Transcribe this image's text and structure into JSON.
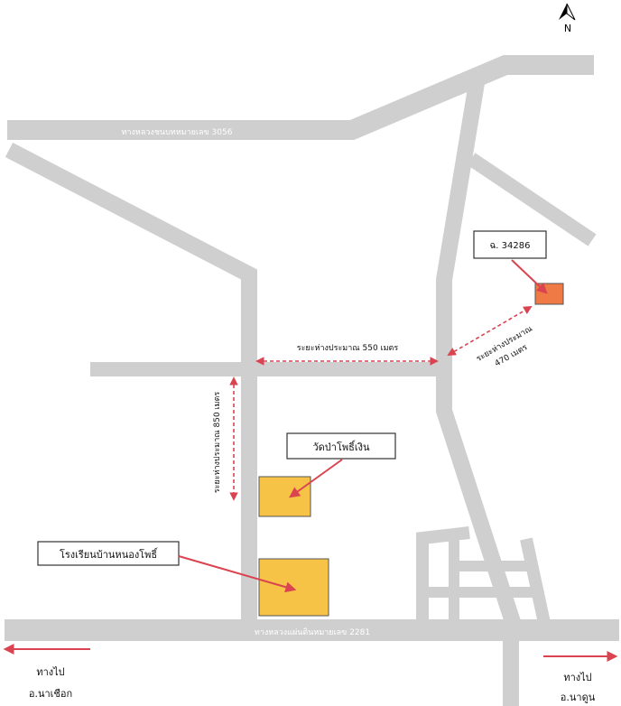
{
  "map": {
    "north": "N",
    "roads": {
      "highway_3056": "ทางหลวงชนบทหมายเลข 3056",
      "highway_2281": "ทางหลวงแผ่นดินหมายเลข 2281"
    },
    "distances": {
      "d550": "ระยะห่างประมาณ 550 เมตร",
      "d850": "ระยะห่างประมาณ 850 เมตร",
      "d470_line1": "ระยะห่างประมาณ",
      "d470_line2": "470 เมตร"
    },
    "labels": {
      "parcel": "ฉ. 34286",
      "temple": "วัดป่าโพธิ์เงิน",
      "school": "โรงเรียนบ้านหนองโพธิ์"
    },
    "directions": {
      "left_line1": "ทางไป",
      "left_line2": "อ.นาเชือก",
      "right_line1": "ทางไป",
      "right_line2": "อ.นาดูน"
    },
    "colors": {
      "road": "#cfcfd0",
      "building": "#f6c347",
      "parcel": "#ef7a45",
      "arrow": "#d94450"
    }
  }
}
